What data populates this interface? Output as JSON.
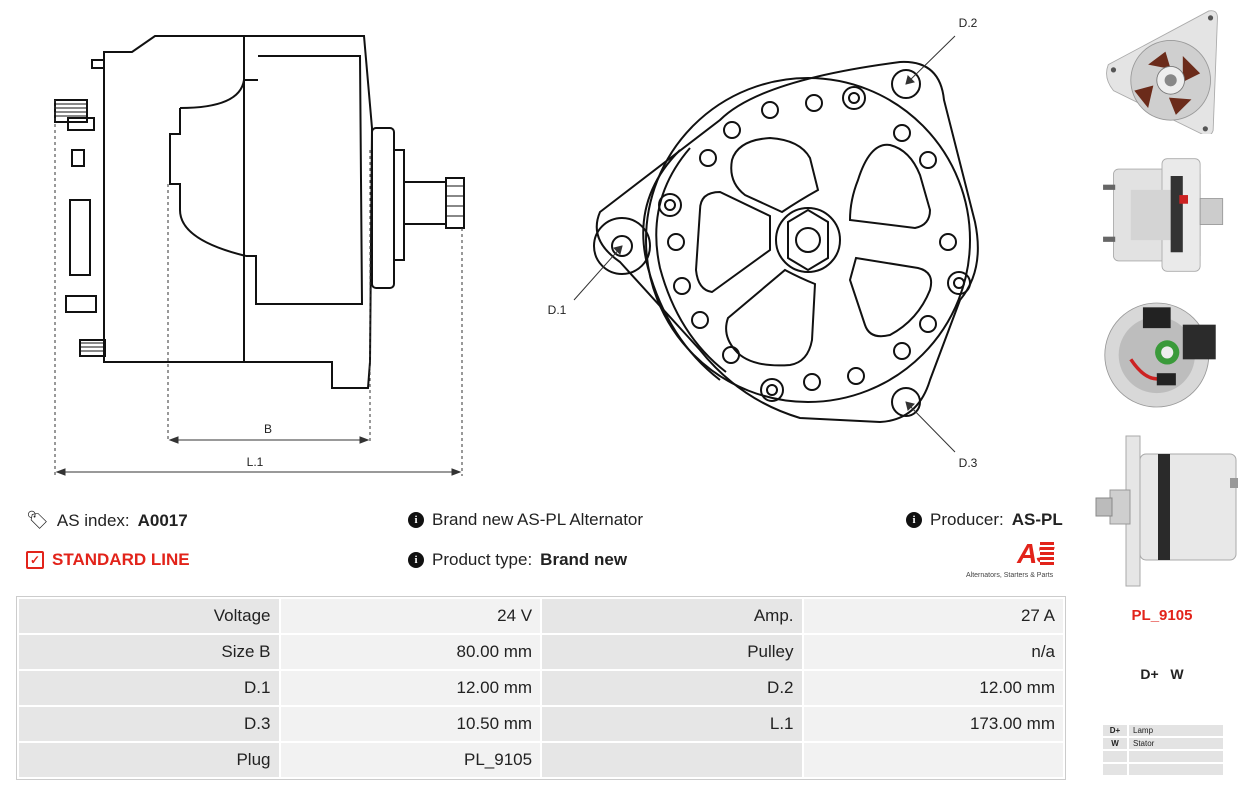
{
  "drawing": {
    "dim_b": "B",
    "dim_l1": "L.1",
    "d1": "D.1",
    "d2": "D.2",
    "d3": "D.3"
  },
  "info": {
    "as_index_label": "AS index:",
    "as_index_value": "A0017",
    "standard_line": "STANDARD LINE",
    "description": "Brand new AS-PL Alternator",
    "product_type_label": "Product type:",
    "product_type_value": "Brand new",
    "producer_label": "Producer:",
    "producer_value": "AS-PL",
    "logo_text": "AS",
    "logo_tagline": "Alternators, Starters & Parts",
    "accent_color": "#e2231a"
  },
  "specs": [
    {
      "l1": "Voltage",
      "v1": "24 V",
      "l2": "Amp.",
      "v2": "27 A"
    },
    {
      "l1": "Size B",
      "v1": "80.00 mm",
      "l2": "Pulley",
      "v2": "n/a"
    },
    {
      "l1": "D.1",
      "v1": "12.00 mm",
      "l2": "D.2",
      "v2": "12.00 mm"
    },
    {
      "l1": "D.3",
      "v1": "10.50 mm",
      "l2": "L.1",
      "v2": "173.00 mm"
    },
    {
      "l1": "Plug",
      "v1": "PL_9105",
      "l2": "",
      "v2": ""
    }
  ],
  "sidebar": {
    "plug_code": "PL_9105",
    "terminals": "D+   W",
    "legend": [
      {
        "key": "D+",
        "value": "Lamp"
      },
      {
        "key": "W",
        "value": "Stator"
      },
      {
        "key": "",
        "value": ""
      },
      {
        "key": "",
        "value": ""
      }
    ]
  }
}
